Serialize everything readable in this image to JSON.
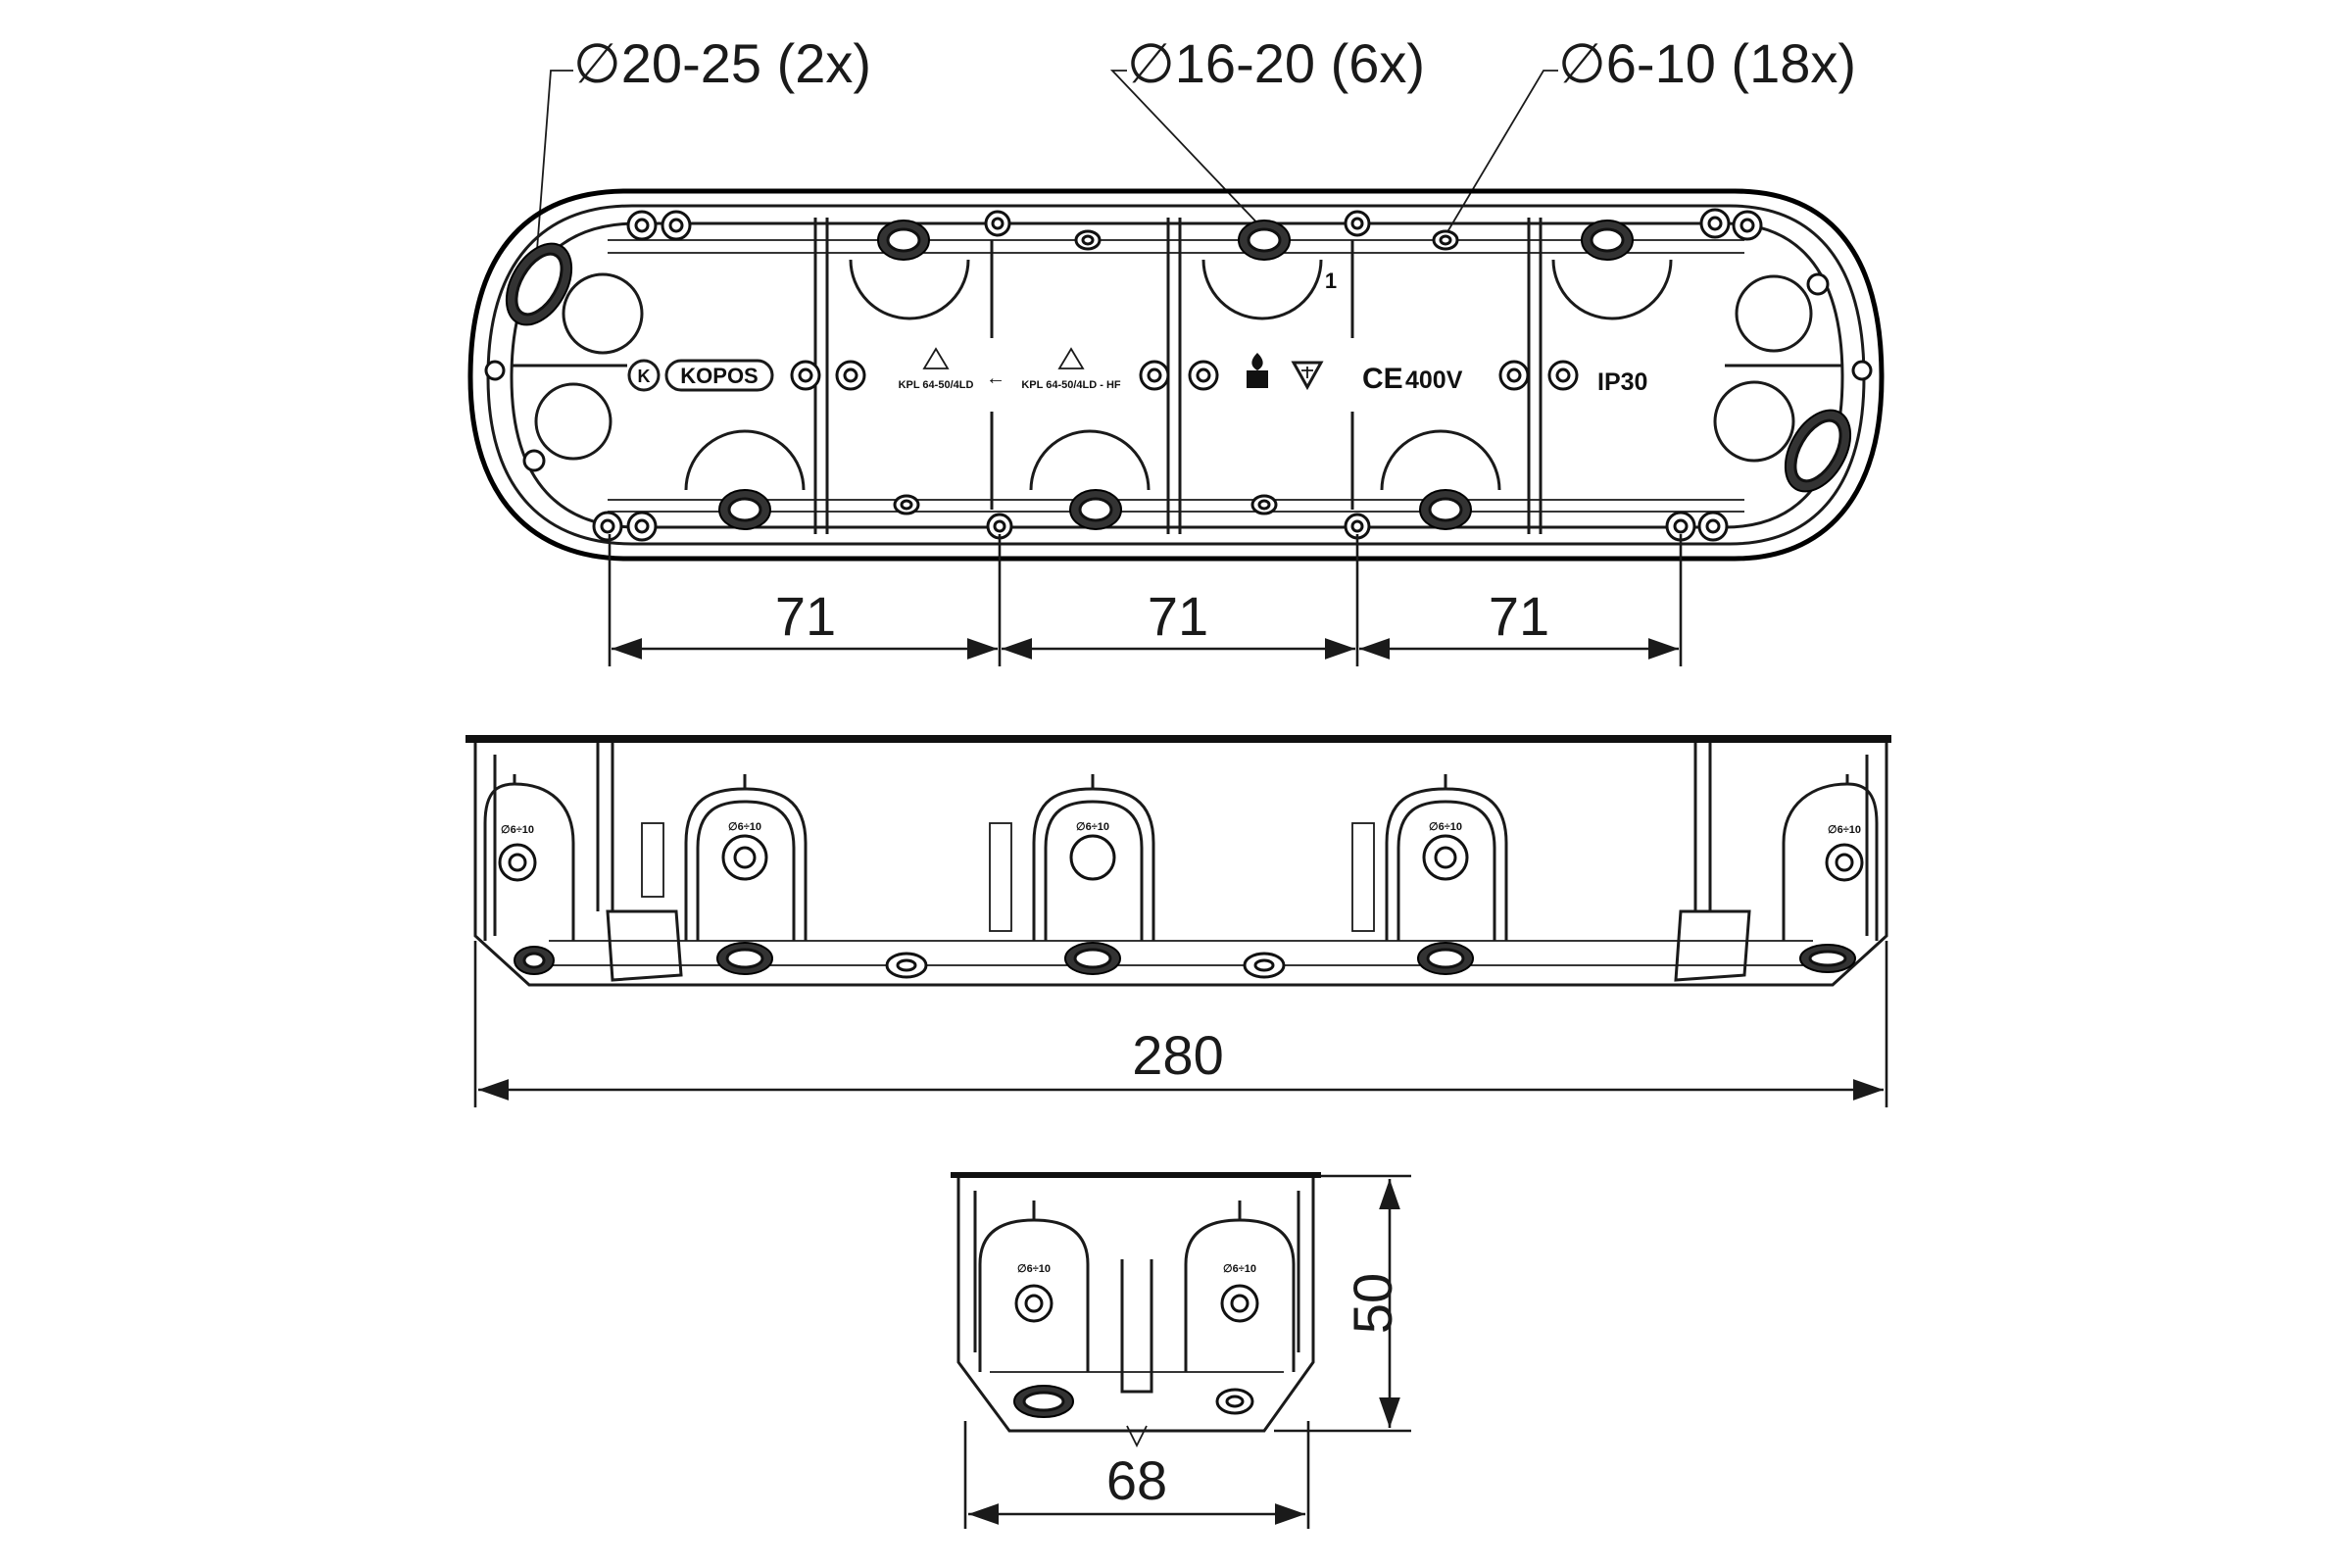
{
  "callouts": {
    "large_holes": "∅20-25 (2x)",
    "medium_holes": "∅16-20 (6x)",
    "small_holes": "∅6-10 (18x)"
  },
  "top_view": {
    "brand": "KOPOS",
    "brand_logo_letter": "K",
    "code_1": "KPL 64-50/4LD",
    "code_2": "KPL 64-50/4LD - HF",
    "arrow": "←",
    "ce_mark": "CE",
    "voltage": "400V",
    "ip_rating": "IP30",
    "orientation_mark": "1"
  },
  "side_view": {
    "hole_label": "∅6÷10"
  },
  "dimensions": {
    "pitch_1": "71",
    "pitch_2": "71",
    "pitch_3": "71",
    "length": "280",
    "width": "68",
    "depth": "50"
  }
}
